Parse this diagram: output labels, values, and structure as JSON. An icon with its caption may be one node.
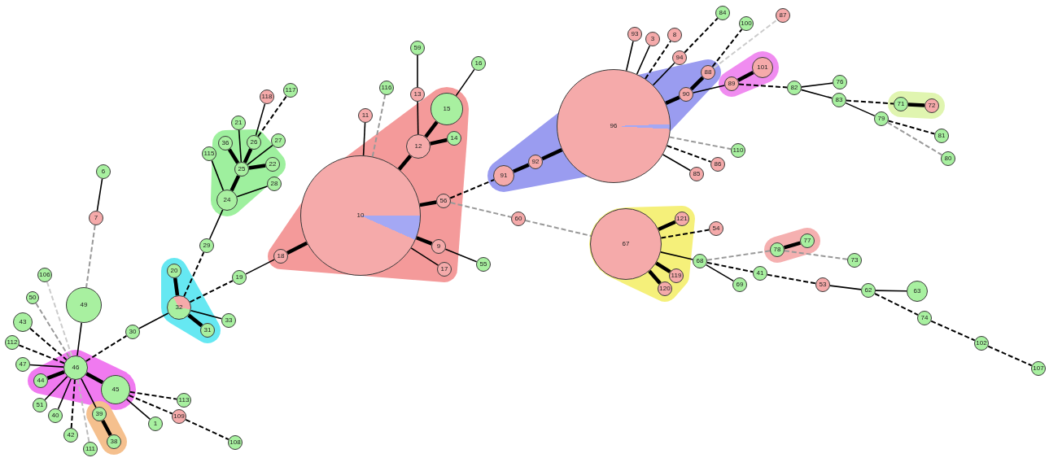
{
  "diagram": {
    "nodes": [
      {
        "text": [
          "6"
        ]
      },
      {
        "text": [
          "7"
        ]
      },
      {
        "text": [
          "49"
        ]
      },
      {
        "text": [
          "106"
        ]
      },
      {
        "text": [
          "50"
        ]
      },
      {
        "text": [
          "43"
        ]
      },
      {
        "text": [
          "112"
        ]
      },
      {
        "text": [
          "47"
        ]
      },
      {
        "text": [
          "46"
        ]
      },
      {
        "text": [
          "44"
        ]
      },
      {
        "text": [
          "51"
        ]
      },
      {
        "text": [
          "40"
        ]
      },
      {
        "text": [
          "42"
        ]
      },
      {
        "text": [
          "111"
        ]
      },
      {
        "text": [
          "39"
        ]
      },
      {
        "text": [
          "38"
        ]
      },
      {
        "text": [
          "45"
        ]
      },
      {
        "text": [
          "113"
        ]
      },
      {
        "text": [
          "109"
        ]
      },
      {
        "text": [
          "108"
        ]
      },
      {
        "text": [
          "1"
        ]
      },
      {
        "text": [
          "30"
        ]
      },
      {
        "text": [
          "32"
        ]
      },
      {
        "text": [
          "20"
        ]
      },
      {
        "text": [
          "31"
        ]
      },
      {
        "text": [
          "33"
        ]
      },
      {
        "text": [
          "19"
        ]
      },
      {
        "text": [
          "29"
        ]
      },
      {
        "text": [
          "24"
        ]
      },
      {
        "text": [
          "25"
        ]
      },
      {
        "text": [
          "115"
        ]
      },
      {
        "text": [
          "21"
        ]
      },
      {
        "text": [
          "36"
        ]
      },
      {
        "text": [
          "26"
        ]
      },
      {
        "text": [
          "27"
        ]
      },
      {
        "text": [
          "22"
        ]
      },
      {
        "text": [
          "28"
        ]
      },
      {
        "text": [
          "118"
        ]
      },
      {
        "text": [
          "117"
        ]
      },
      {
        "text": [
          "18"
        ]
      },
      {
        "text": [
          "10"
        ]
      },
      {
        "text": [
          "11"
        ]
      },
      {
        "text": [
          "116"
        ]
      },
      {
        "text": [
          "13"
        ]
      },
      {
        "text": [
          "59"
        ]
      },
      {
        "text": [
          "15"
        ]
      },
      {
        "text": [
          "16"
        ]
      },
      {
        "text": [
          "12"
        ]
      },
      {
        "text": [
          "14"
        ]
      },
      {
        "text": [
          "56"
        ]
      },
      {
        "text": [
          "9"
        ]
      },
      {
        "text": [
          "17"
        ]
      },
      {
        "text": [
          "55"
        ]
      },
      {
        "text": [
          "60"
        ]
      },
      {
        "text": [
          "91"
        ]
      },
      {
        "text": [
          "92"
        ]
      },
      {
        "text": [
          "96"
        ]
      },
      {
        "text": [
          "93"
        ]
      },
      {
        "text": [
          "3"
        ]
      },
      {
        "text": [
          "8"
        ]
      },
      {
        "text": [
          "94"
        ]
      },
      {
        "text": [
          "84"
        ]
      },
      {
        "text": [
          "100"
        ]
      },
      {
        "text": [
          "87"
        ]
      },
      {
        "text": [
          "88"
        ]
      },
      {
        "text": [
          "90"
        ]
      },
      {
        "text": [
          "89"
        ]
      },
      {
        "text": [
          "101"
        ]
      },
      {
        "text": [
          "82"
        ]
      },
      {
        "text": [
          "76"
        ]
      },
      {
        "text": [
          "83"
        ]
      },
      {
        "text": [
          "71"
        ]
      },
      {
        "text": [
          "72"
        ]
      },
      {
        "text": [
          "79"
        ]
      },
      {
        "text": [
          "81"
        ]
      },
      {
        "text": [
          "80"
        ]
      },
      {
        "text": [
          "110"
        ]
      },
      {
        "text": [
          "86"
        ]
      },
      {
        "text": [
          "85"
        ]
      },
      {
        "text": [
          "67"
        ]
      },
      {
        "text": [
          "121"
        ]
      },
      {
        "text": [
          "54"
        ]
      },
      {
        "text": [
          "119"
        ]
      },
      {
        "text": [
          "120"
        ]
      },
      {
        "text": [
          "68"
        ]
      },
      {
        "text": [
          "78"
        ]
      },
      {
        "text": [
          "77"
        ]
      },
      {
        "text": [
          "73"
        ]
      },
      {
        "text": [
          "69"
        ]
      },
      {
        "text": [
          "41"
        ]
      },
      {
        "text": [
          "53"
        ]
      },
      {
        "text": [
          "62"
        ]
      },
      {
        "text": [
          "63"
        ]
      },
      {
        "text": [
          "74"
        ]
      },
      {
        "text": [
          "102"
        ]
      },
      {
        "text": [
          "107"
        ]
      }
    ],
    "edges": [
      {
        "from": 0,
        "to": 1,
        "arrow": "none"
      },
      {
        "from": 1,
        "to": 2,
        "arrow": "none",
        "style": "dashed",
        "color": "#999999"
      },
      {
        "from": 2,
        "to": 8,
        "arrow": "none"
      },
      {
        "from": 3,
        "to": 8,
        "arrow": "none",
        "style": "dashed",
        "color": "#cccccc"
      },
      {
        "from": 4,
        "to": 8,
        "arrow": "none",
        "style": "dashed",
        "color": "#999999"
      },
      {
        "from": 5,
        "to": 8,
        "arrow": "none",
        "style": "dashed"
      },
      {
        "from": 6,
        "to": 8,
        "arrow": "none",
        "style": "dashed"
      },
      {
        "from": 7,
        "to": 8,
        "arrow": "none"
      },
      {
        "from": 9,
        "to": 8,
        "arrow": "none",
        "style": "thick"
      },
      {
        "from": 10,
        "to": 8,
        "arrow": "none"
      },
      {
        "from": 11,
        "to": 8,
        "arrow": "none"
      },
      {
        "from": 12,
        "to": 8,
        "arrow": "none",
        "style": "dashed"
      },
      {
        "from": 13,
        "to": 8,
        "arrow": "none",
        "style": "dashed",
        "color": "#bbbbbb"
      },
      {
        "from": 14,
        "to": 8,
        "arrow": "none"
      },
      {
        "from": 14,
        "to": 15,
        "arrow": "none",
        "style": "thick"
      },
      {
        "from": 8,
        "to": 16,
        "arrow": "none",
        "style": "thick"
      },
      {
        "from": 16,
        "to": 17,
        "arrow": "none",
        "style": "dashed"
      },
      {
        "from": 16,
        "to": 18,
        "arrow": "none",
        "style": "dashed"
      },
      {
        "from": 18,
        "to": 19,
        "arrow": "none",
        "style": "dashed"
      },
      {
        "from": 16,
        "to": 20,
        "arrow": "none"
      },
      {
        "from": 8,
        "to": 21,
        "arrow": "none",
        "style": "dashed"
      },
      {
        "from": 21,
        "to": 22,
        "arrow": "none"
      },
      {
        "from": 22,
        "to": 23,
        "arrow": "none",
        "style": "thick"
      },
      {
        "from": 22,
        "to": 24,
        "arrow": "none",
        "style": "thick"
      },
      {
        "from": 22,
        "to": 25,
        "arrow": "none"
      },
      {
        "from": 22,
        "to": 27,
        "arrow": "none",
        "style": "dashed"
      },
      {
        "from": 22,
        "to": 26,
        "arrow": "none",
        "style": "dashed"
      },
      {
        "from": 27,
        "to": 28,
        "arrow": "none"
      },
      {
        "from": 28,
        "to": 29,
        "arrow": "none",
        "style": "thick"
      },
      {
        "from": 28,
        "to": 30,
        "arrow": "none"
      },
      {
        "from": 28,
        "to": 36,
        "arrow": "none"
      },
      {
        "from": 29,
        "to": 31,
        "arrow": "none"
      },
      {
        "from": 29,
        "to": 32,
        "arrow": "none",
        "style": "thick"
      },
      {
        "from": 29,
        "to": 33,
        "arrow": "none",
        "style": "thick"
      },
      {
        "from": 29,
        "to": 34,
        "arrow": "none"
      },
      {
        "from": 29,
        "to": 35,
        "arrow": "none",
        "style": "thick"
      },
      {
        "from": 33,
        "to": 37,
        "arrow": "none"
      },
      {
        "from": 33,
        "to": 38,
        "arrow": "none",
        "style": "dashed"
      },
      {
        "from": 26,
        "to": 39,
        "arrow": "none"
      },
      {
        "from": 39,
        "to": 40,
        "arrow": "none",
        "style": "thick"
      },
      {
        "from": 40,
        "to": 41,
        "arrow": "none"
      },
      {
        "from": 40,
        "to": 42,
        "arrow": "none",
        "style": "dashed",
        "color": "#999999"
      },
      {
        "from": 40,
        "to": 47,
        "arrow": "none",
        "style": "thick"
      },
      {
        "from": 47,
        "to": 43,
        "arrow": "none"
      },
      {
        "from": 43,
        "to": 44,
        "arrow": "none"
      },
      {
        "from": 47,
        "to": 45,
        "arrow": "none",
        "style": "thick"
      },
      {
        "from": 45,
        "to": 46,
        "arrow": "none"
      },
      {
        "from": 47,
        "to": 48,
        "arrow": "none",
        "style": "thick"
      },
      {
        "from": 40,
        "to": 49,
        "arrow": "none",
        "style": "thick"
      },
      {
        "from": 40,
        "to": 50,
        "arrow": "none",
        "style": "thick"
      },
      {
        "from": 50,
        "to": 52,
        "arrow": "none"
      },
      {
        "from": 40,
        "to": 51,
        "arrow": "none"
      },
      {
        "from": 49,
        "to": 54,
        "arrow": "none",
        "style": "dashed"
      },
      {
        "from": 49,
        "to": 53,
        "arrow": "none",
        "style": "dashed",
        "color": "#999999"
      },
      {
        "from": 53,
        "to": 79,
        "arrow": "none",
        "style": "dashed",
        "color": "#999999"
      },
      {
        "from": 54,
        "to": 55,
        "arrow": "none",
        "style": "thick"
      },
      {
        "from": 55,
        "to": 56,
        "arrow": "none",
        "style": "thick"
      },
      {
        "from": 56,
        "to": 57,
        "arrow": "none"
      },
      {
        "from": 56,
        "to": 58,
        "arrow": "none"
      },
      {
        "from": 56,
        "to": 59,
        "arrow": "none",
        "style": "dashed"
      },
      {
        "from": 56,
        "to": 60,
        "arrow": "none"
      },
      {
        "from": 60,
        "to": 61,
        "arrow": "none",
        "style": "dashed"
      },
      {
        "from": 56,
        "to": 65,
        "arrow": "none",
        "style": "thick"
      },
      {
        "from": 65,
        "to": 64,
        "arrow": "none",
        "style": "thick"
      },
      {
        "from": 64,
        "to": 62,
        "arrow": "none",
        "style": "dashed"
      },
      {
        "from": 64,
        "to": 63,
        "arrow": "none",
        "style": "dashed",
        "color": "#cccccc"
      },
      {
        "from": 65,
        "to": 66,
        "arrow": "none"
      },
      {
        "from": 66,
        "to": 67,
        "arrow": "none",
        "style": "thick"
      },
      {
        "from": 66,
        "to": 68,
        "arrow": "none",
        "style": "dashed"
      },
      {
        "from": 68,
        "to": 69,
        "arrow": "none"
      },
      {
        "from": 68,
        "to": 70,
        "arrow": "none"
      },
      {
        "from": 70,
        "to": 71,
        "arrow": "none",
        "style": "dashed"
      },
      {
        "from": 71,
        "to": 72,
        "arrow": "none",
        "style": "thick"
      },
      {
        "from": 70,
        "to": 73,
        "arrow": "none"
      },
      {
        "from": 73,
        "to": 74,
        "arrow": "none",
        "style": "dashed"
      },
      {
        "from": 73,
        "to": 75,
        "arrow": "none",
        "style": "dashed",
        "color": "#999999"
      },
      {
        "from": 56,
        "to": 76,
        "arrow": "none",
        "style": "dashed",
        "color": "#999999"
      },
      {
        "from": 56,
        "to": 77,
        "arrow": "none",
        "style": "dashed"
      },
      {
        "from": 56,
        "to": 78,
        "arrow": "none"
      },
      {
        "from": 79,
        "to": 80,
        "arrow": "none",
        "style": "thick"
      },
      {
        "from": 79,
        "to": 81,
        "arrow": "none",
        "style": "dashed"
      },
      {
        "from": 79,
        "to": 82,
        "arrow": "none",
        "style": "thick"
      },
      {
        "from": 79,
        "to": 83,
        "arrow": "none",
        "style": "thick"
      },
      {
        "from": 79,
        "to": 84,
        "arrow": "none"
      },
      {
        "from": 84,
        "to": 85,
        "arrow": "none",
        "style": "dashed",
        "color": "#999999"
      },
      {
        "from": 85,
        "to": 86,
        "arrow": "none",
        "style": "thick"
      },
      {
        "from": 85,
        "to": 87,
        "arrow": "none",
        "style": "dashed",
        "color": "#999999"
      },
      {
        "from": 84,
        "to": 88,
        "arrow": "none"
      },
      {
        "from": 84,
        "to": 89,
        "arrow": "none",
        "style": "dashed"
      },
      {
        "from": 89,
        "to": 90,
        "arrow": "none",
        "style": "dashed"
      },
      {
        "from": 90,
        "to": 91,
        "arrow": "none"
      },
      {
        "from": 91,
        "to": 92,
        "arrow": "none"
      },
      {
        "from": 91,
        "to": 93,
        "arrow": "none",
        "style": "dashed"
      },
      {
        "from": 93,
        "to": 94,
        "arrow": "none",
        "style": "dashed"
      },
      {
        "from": 94,
        "to": 95,
        "arrow": "none",
        "style": "dashed"
      }
    ]
  }
}
